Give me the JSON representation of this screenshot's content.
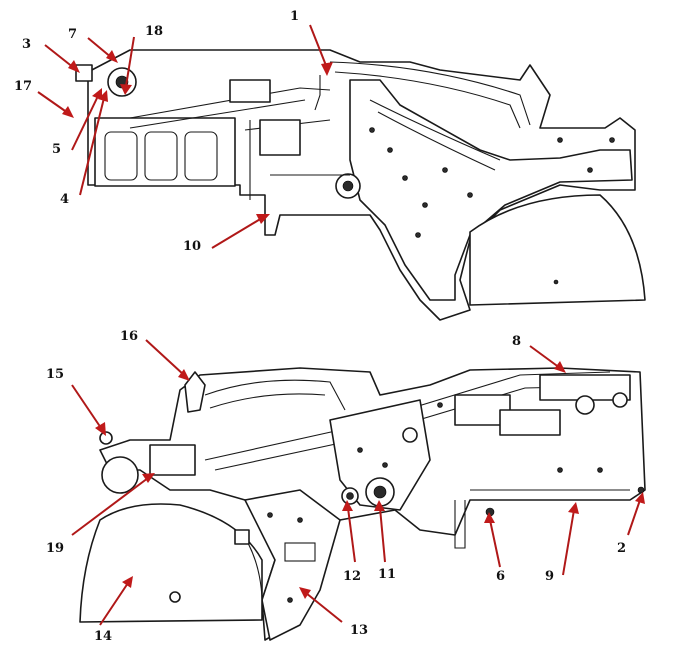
{
  "diagram": {
    "colors": {
      "line": "#1a1a1a",
      "arrow": "#c01a1a",
      "background": "#ffffff"
    },
    "top_view": {
      "labels": [
        {
          "id": "1",
          "text": "1"
        },
        {
          "id": "3",
          "text": "3"
        },
        {
          "id": "7",
          "text": "7"
        },
        {
          "id": "18",
          "text": "18"
        },
        {
          "id": "17",
          "text": "17"
        },
        {
          "id": "5",
          "text": "5"
        },
        {
          "id": "4",
          "text": "4"
        },
        {
          "id": "10",
          "text": "10"
        }
      ]
    },
    "bottom_view": {
      "labels": [
        {
          "id": "16",
          "text": "16"
        },
        {
          "id": "8",
          "text": "8"
        },
        {
          "id": "15",
          "text": "15"
        },
        {
          "id": "19",
          "text": "19"
        },
        {
          "id": "12",
          "text": "12"
        },
        {
          "id": "11",
          "text": "11"
        },
        {
          "id": "6",
          "text": "6"
        },
        {
          "id": "9",
          "text": "9"
        },
        {
          "id": "2",
          "text": "2"
        },
        {
          "id": "14",
          "text": "14"
        },
        {
          "id": "13",
          "text": "13"
        }
      ]
    }
  }
}
